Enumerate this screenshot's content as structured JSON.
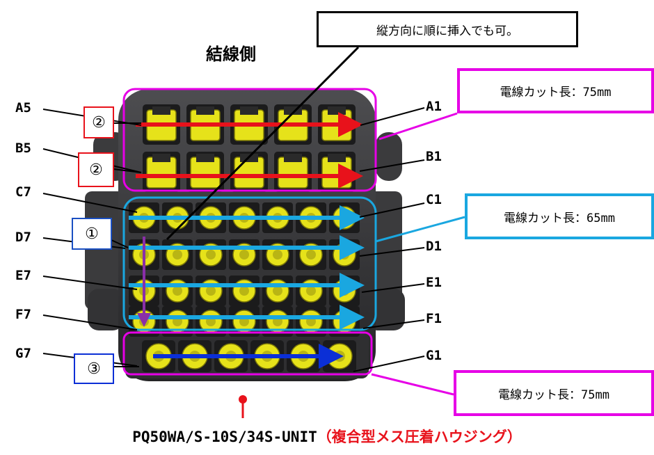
{
  "side_label": "結線側",
  "note": "縦方向に順に挿入でも可。",
  "callouts": {
    "top": "電線カット長：75mm",
    "middle": "電線カット長：65mm",
    "bottom": "電線カット長：75mm"
  },
  "badges": {
    "row_ab_1": "②",
    "row_ab_2": "②",
    "row_cf": "①",
    "row_g": "③"
  },
  "pins_left": {
    "A": "A5",
    "B": "B5",
    "C": "C7",
    "D": "D7",
    "E": "E7",
    "F": "F7",
    "G": "G7"
  },
  "pins_right": {
    "A": "A1",
    "B": "B1",
    "C": "C1",
    "D": "D1",
    "E": "E1",
    "F": "F1",
    "G": "G1"
  },
  "part_number": "PQ50WA/S-10S/34S-UNIT",
  "part_description": "（複合型メス圧着ハウジング）",
  "colors": {
    "magenta": "#e600e6",
    "cyan": "#1aa7e0",
    "red_arrow": "#e8121b",
    "blue_arrow": "#0b2fd6",
    "purple_arrow": "#8a2ea8",
    "terminal_yellow": "#e6e21a",
    "housing": "#3a3a3c"
  }
}
